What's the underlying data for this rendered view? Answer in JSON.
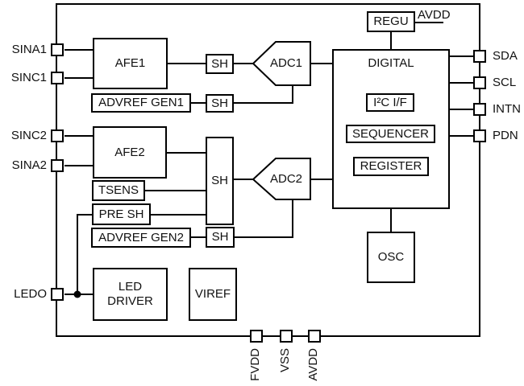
{
  "figure": {
    "kind": "ic-block-diagram",
    "background_color": "#ffffff",
    "line_color": "#000000"
  },
  "pins": {
    "left": [
      {
        "label": "SINA1"
      },
      {
        "label": "SINC1"
      },
      {
        "label": "SINC2"
      },
      {
        "label": "SINA2"
      },
      {
        "label": "LEDO"
      }
    ],
    "right": [
      {
        "label": "SDA"
      },
      {
        "label": "SCL"
      },
      {
        "label": "INTN"
      },
      {
        "label": "PDN"
      }
    ],
    "bottom": [
      {
        "label": "FVDD"
      },
      {
        "label": "VSS"
      },
      {
        "label": "AVDD"
      }
    ]
  },
  "nets": {
    "avdd_top": "AVDD"
  },
  "blocks": {
    "regu": "REGU",
    "digital": "DIGITAL",
    "i2c_if": "I²C I/F",
    "sequencer": "SEQUENCER",
    "register": "REGISTER",
    "osc": "OSC",
    "afe1": "AFE1",
    "afe2": "AFE2",
    "adc1": "ADC1",
    "adc2": "ADC2",
    "sh1": "SH",
    "sh2": "SH",
    "sh_tall": "SH",
    "sh3": "SH",
    "advref_gen1": "ADVREF GEN1",
    "advref_gen2": "ADVREF GEN2",
    "tsens": "TSENS",
    "pre_sh": "PRE SH",
    "led_driver": "LED DRIVER",
    "viref": "VIREF"
  }
}
